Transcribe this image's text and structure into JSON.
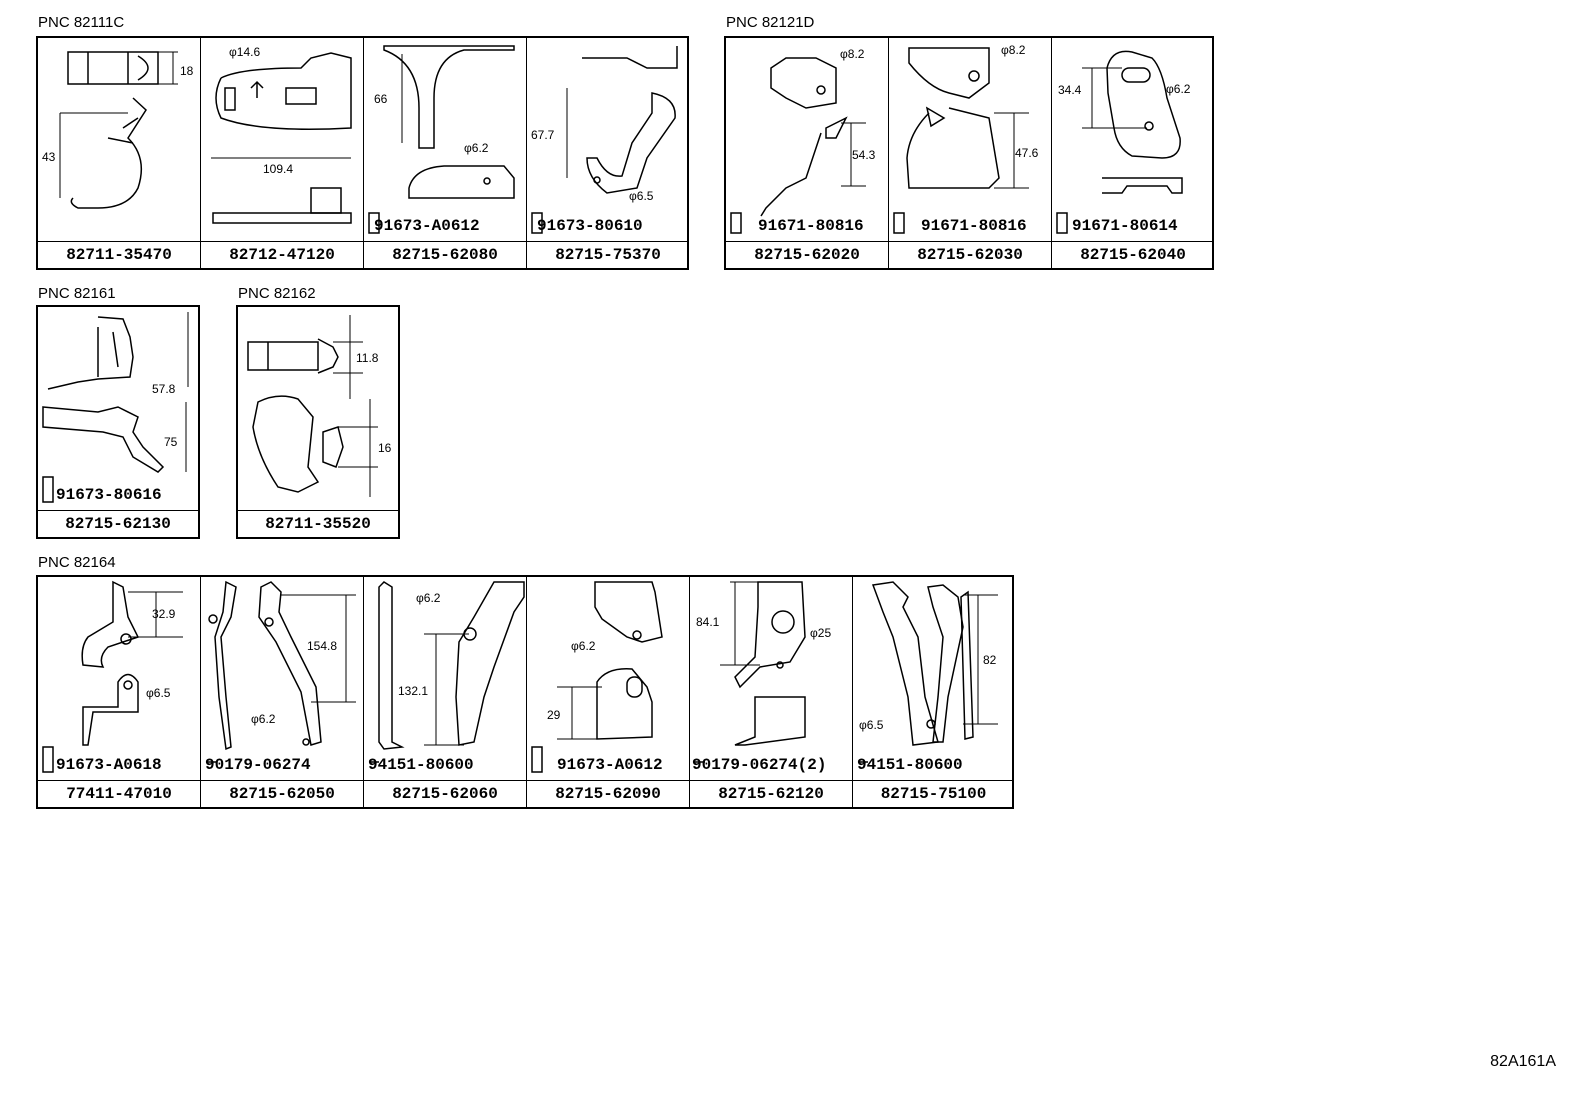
{
  "groups": [
    {
      "pnc": "PNC 82111C",
      "cells": [
        {
          "part": "82711-35470",
          "bolt": "",
          "dims": [
            "18",
            "43"
          ]
        },
        {
          "part": "82712-47120",
          "bolt": "",
          "dims": [
            "φ14.6",
            "109.4"
          ]
        },
        {
          "part": "82715-62080",
          "bolt": "91673-A0612",
          "dims": [
            "66",
            "φ6.2"
          ]
        },
        {
          "part": "82715-75370",
          "bolt": "91673-80610",
          "dims": [
            "67.7",
            "φ6.5"
          ]
        }
      ]
    },
    {
      "pnc": "PNC 82121D",
      "cells": [
        {
          "part": "82715-62020",
          "bolt": "91671-80816",
          "dims": [
            "φ8.2",
            "54.3"
          ]
        },
        {
          "part": "82715-62030",
          "bolt": "91671-80816",
          "dims": [
            "φ8.2",
            "47.6"
          ]
        },
        {
          "part": "82715-62040",
          "bolt": "91671-80614",
          "dims": [
            "34.4",
            "φ6.2"
          ]
        }
      ]
    },
    {
      "pnc": "PNC 82161",
      "cells": [
        {
          "part": "82715-62130",
          "bolt": "91673-80616",
          "dims": [
            "57.8",
            "75"
          ]
        }
      ]
    },
    {
      "pnc": "PNC 82162",
      "cells": [
        {
          "part": "82711-35520",
          "bolt": "",
          "dims": [
            "11.8",
            "16"
          ]
        }
      ]
    },
    {
      "pnc": "PNC 82164",
      "cells": [
        {
          "part": "77411-47010",
          "bolt": "91673-A0618",
          "dims": [
            "32.9",
            "φ6.5"
          ]
        },
        {
          "part": "82715-62050",
          "bolt": "90179-06274",
          "dims": [
            "154.8",
            "φ6.2"
          ]
        },
        {
          "part": "82715-62060",
          "bolt": "94151-80600",
          "dims": [
            "φ6.2",
            "132.1"
          ]
        },
        {
          "part": "82715-62090",
          "bolt": "91673-A0612",
          "dims": [
            "φ6.2",
            "29"
          ]
        },
        {
          "part": "82715-62120",
          "bolt": "90179-06274(2)",
          "dims": [
            "84.1",
            "φ25"
          ]
        },
        {
          "part": "82715-75100",
          "bolt": "94151-80600",
          "dims": [
            "82",
            "φ6.5"
          ]
        }
      ]
    }
  ],
  "diagram_code": "82A161A"
}
